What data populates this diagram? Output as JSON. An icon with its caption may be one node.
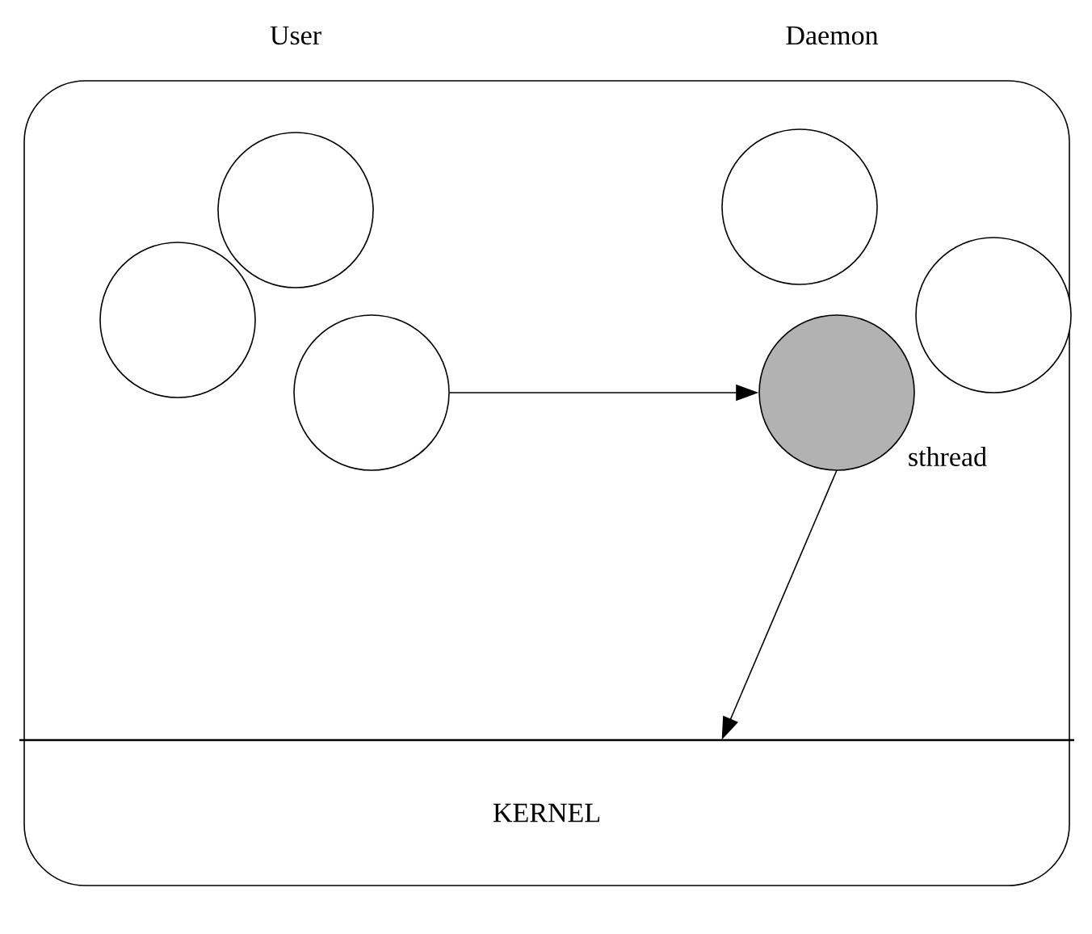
{
  "diagram": {
    "nodes": [
      {
        "text": [],
        "shape": "circle"
      },
      {
        "text": [],
        "shape": "circle"
      },
      {
        "text": [],
        "shape": "circle"
      },
      {
        "text": [],
        "shape": "circle"
      },
      {
        "text": [],
        "shape": "circle"
      },
      {
        "text": [],
        "shape": "circle",
        "beside": [
          "sthread"
        ]
      },
      {
        "text": [
          "KERNEL"
        ]
      }
    ],
    "edges": [
      {
        "from": 2,
        "to": 5,
        "arrow": "to"
      },
      {
        "from": 5,
        "to": 6,
        "arrow": "to"
      }
    ],
    "labels": [
      "User",
      "Daemon"
    ]
  }
}
